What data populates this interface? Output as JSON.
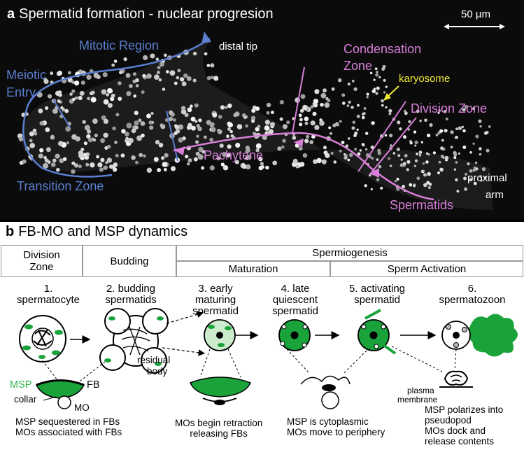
{
  "panel_a": {
    "letter": "a",
    "title": "Spermatid formation - nuclear progresion",
    "scale_bar": "50 µm",
    "labels": {
      "mitotic_region": "Mitotic Region",
      "distal_tip": "distal tip",
      "meiotic_entry_1": "Meiotic",
      "meiotic_entry_2": "Entry",
      "transition_zone": "Transition Zone",
      "pachytene": "Pachytene",
      "condensation_1": "Condensation",
      "condensation_2": "Zone",
      "karyosome": "karyosome",
      "division_zone": "Division Zone",
      "spermatids": "Spermatids",
      "proximal_1": "proximal",
      "proximal_2": "arm"
    },
    "colors": {
      "blue": "#5b7fd1",
      "pink": "#d97fd8",
      "yellow": "#f1ea34"
    }
  },
  "panel_b": {
    "letter": "b",
    "title": "FB-MO and MSP dynamics",
    "header": {
      "division_zone_1": "Division",
      "division_zone_2": "Zone",
      "budding": "Budding",
      "spermiogenesis": "Spermiogenesis",
      "maturation": "Maturation",
      "sperm_activation": "Sperm Activation"
    },
    "stages": [
      {
        "line1": "1.",
        "line2": "spermatocyte",
        "line3": ""
      },
      {
        "line1": "2. budding",
        "line2": "spermatids",
        "line3": ""
      },
      {
        "line1": "3. early",
        "line2": "maturing",
        "line3": "spermatid"
      },
      {
        "line1": "4. late",
        "line2": "quiescent",
        "line3": "spermatid"
      },
      {
        "line1": "5. activating",
        "line2": "spermatid",
        "line3": ""
      },
      {
        "line1": "6.",
        "line2": "spermatozoon",
        "line3": ""
      }
    ],
    "labels": {
      "msp": "MSP",
      "fb": "FB",
      "collar": "collar",
      "mo": "MO",
      "residual_1": "residual",
      "residual_2": "body",
      "plasma_1": "plasma",
      "plasma_2": "membrane"
    },
    "captions": {
      "c1_line1": "MSP sequestered in FBs",
      "c1_line2": "MOs associated with FBs",
      "c2_line1": "MOs begin retraction",
      "c2_line2": "releasing FBs",
      "c3_line1": "MSP is cytoplasmic",
      "c3_line2": "MOs move to periphery",
      "c4_line1": "MSP polarizes into",
      "c4_line2": "pseudopod",
      "c4_line3": "MOs dock and",
      "c4_line4": "release contents"
    },
    "colors": {
      "green": "#1aa33a",
      "light_green": "#cdeccd",
      "msp_label": "#2bb34a"
    }
  }
}
